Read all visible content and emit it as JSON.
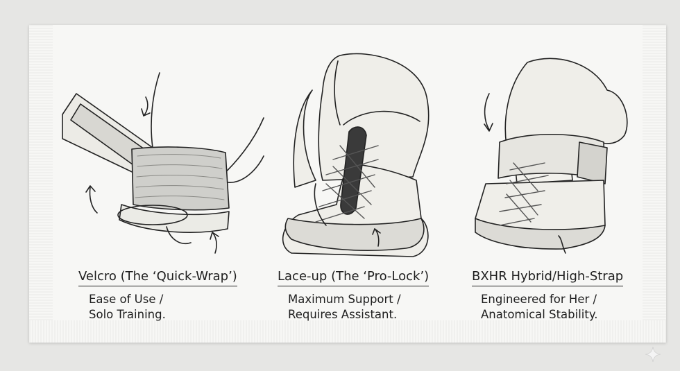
{
  "panels": [
    {
      "title": "Velcro (The ‘Quick-Wrap’)",
      "desc_line1": "Ease of Use /",
      "desc_line2": "Solo Training."
    },
    {
      "title": "Lace-up (The ‘Pro-Lock’)",
      "desc_line1": "Maximum Support /",
      "desc_line2": "Requires Assistant."
    },
    {
      "title": "BXHR Hybrid/High-Strap",
      "desc_line1": "Engineered for Her /",
      "desc_line2": "Anatomical Stability."
    }
  ],
  "icons": [
    "velcro-glove-icon",
    "lace-up-glove-icon",
    "hybrid-strap-glove-icon",
    "sparkle-icon"
  ],
  "colors": {
    "ink": "#1e1e1e",
    "paper": "#f7f7f5",
    "background": "#e6e6e4"
  }
}
